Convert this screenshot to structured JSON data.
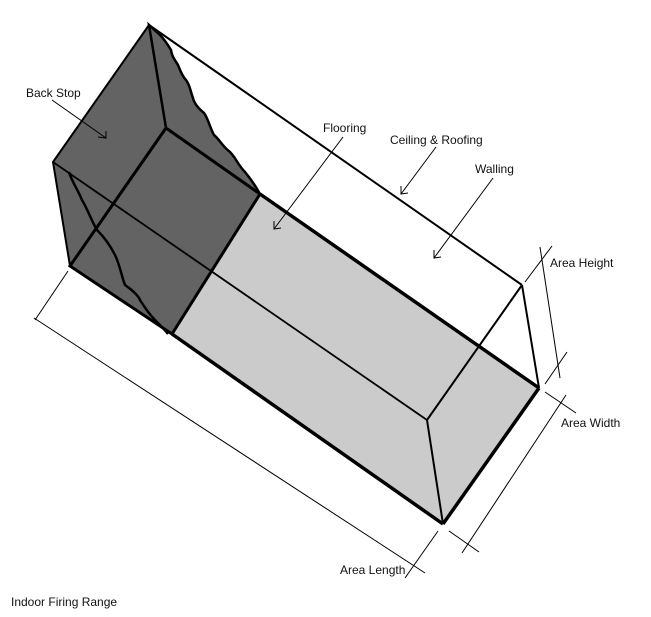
{
  "title": "Indoor Firing Range",
  "labels": {
    "back_stop": "Back Stop",
    "flooring": "Flooring",
    "ceiling_roofing": "Ceiling & Roofing",
    "walling": "Walling",
    "area_height": "Area Height",
    "area_width": "Area Width",
    "area_length": "Area Length"
  },
  "colors": {
    "backstop_fill": "#636363",
    "floor_fill": "#cbcbcb",
    "line": "#000000",
    "background": "#ffffff"
  }
}
